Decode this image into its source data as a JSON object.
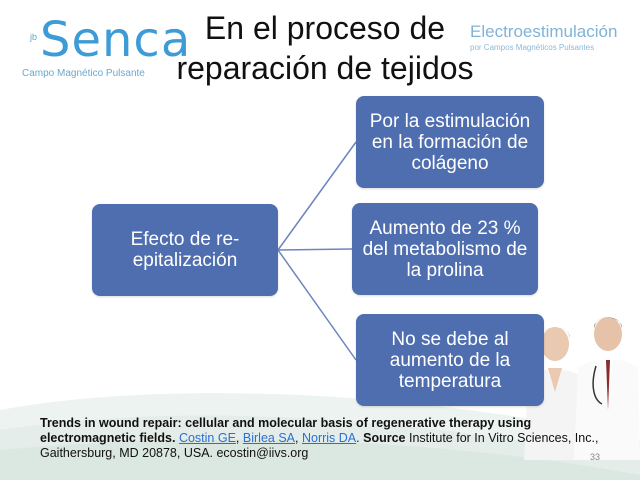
{
  "logo_left": {
    "prefix": "jb",
    "brand": "Senca",
    "subtitle": "Campo Magnético Pulsante"
  },
  "logo_right": {
    "main": "Electroestimulación",
    "sub": "por Campos Magnéticos Pulsantes"
  },
  "title": {
    "line1": "En el proceso de",
    "line2": "reparación de tejidos"
  },
  "diagram": {
    "root": "Efecto de re-epitalización",
    "children": [
      "Por la estimulación en la formación de colágeno",
      "Aumento de 23 % del metabolismo de la prolina",
      "No se debe al aumento de la temperatura"
    ]
  },
  "reference": {
    "bold_title": "Trends in wound repair: cellular and molecular basis of regenerative therapy using electromagnetic fields.",
    "authors": [
      "Costin GE",
      "Birlea SA",
      "Norris DA"
    ],
    "sep1": ",",
    "sep2": ",",
    "sep3": ".",
    "source_label": "Source",
    "source_text": "Institute for In Vitro Sciences, Inc., Gaithersburg, MD 20878, USA. ecostin@iivs.org"
  },
  "page_number": "33",
  "colors": {
    "node_fill": "#4f6eaf",
    "connector": "#6b85bf",
    "brand_blue": "#3d9bd6",
    "link": "#2a6fd6"
  }
}
